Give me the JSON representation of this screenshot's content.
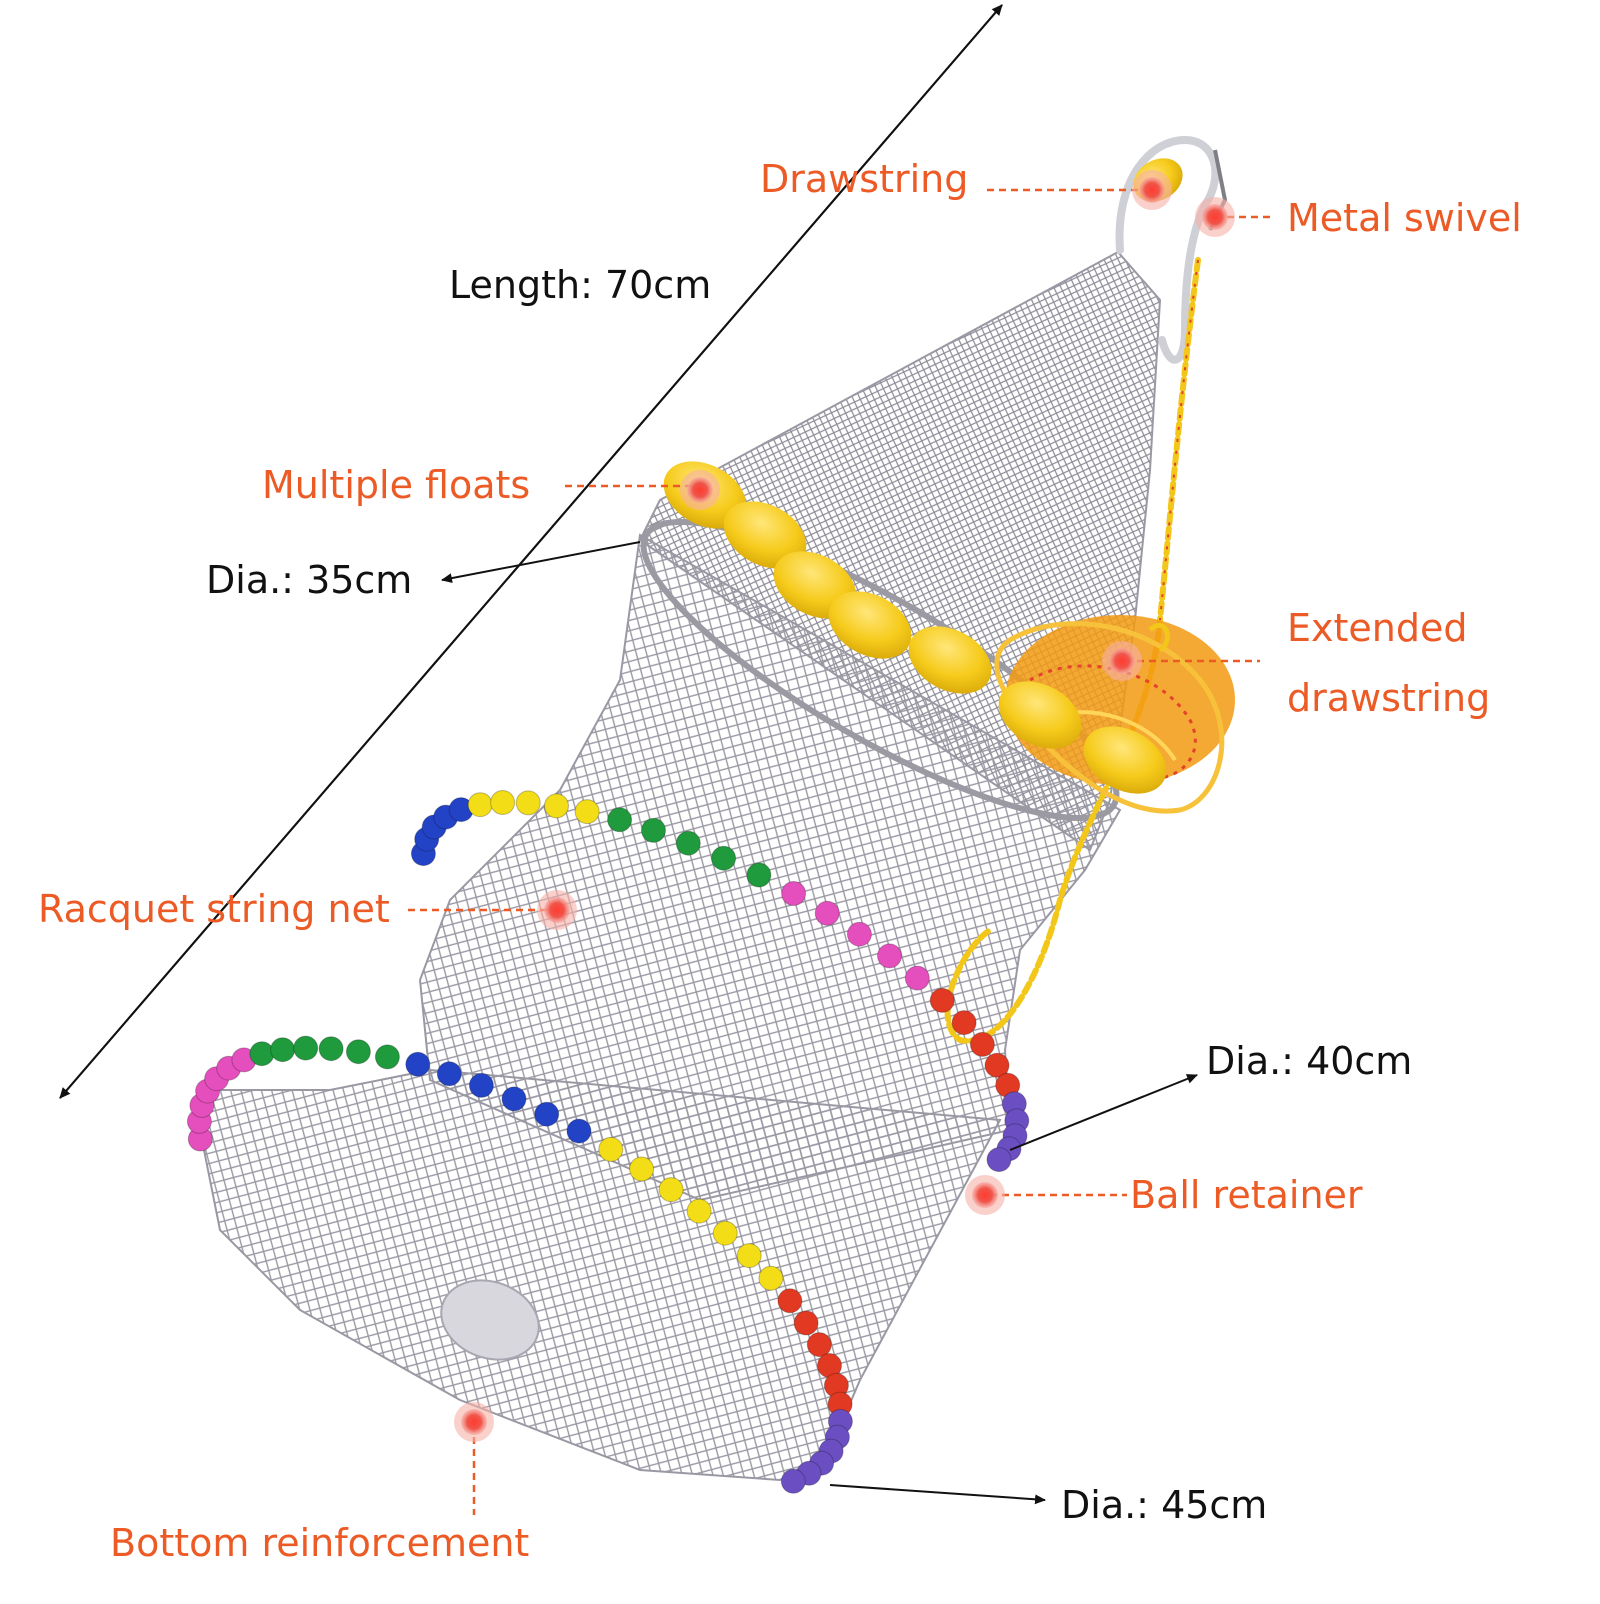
{
  "colors": {
    "callout": "#ec5a25",
    "dimension": "#111111",
    "net": "#8f8d97",
    "float": "#f6cb1b",
    "rope": "#f39a12",
    "bead_blue": "#2343c7",
    "bead_yellow": "#f3dd16",
    "bead_green": "#1f9a3c",
    "bead_pink": "#e54fbd",
    "bead_red": "#e23a22",
    "bead_purple": "#6b4fc2"
  },
  "icons": [
    "callout-dot-icon",
    "dimension-arrow-icon"
  ],
  "labels": {
    "drawstring": "Drawstring",
    "metal_swivel": "Metal swivel",
    "multiple_floats": "Multiple floats",
    "extended_drawstring_line1": "Extended",
    "extended_drawstring_line2": "drawstring",
    "racquet_string_net": "Racquet string net",
    "ball_retainer": "Ball retainer",
    "bottom_reinforcement": "Bottom reinforcement"
  },
  "dimensions": {
    "length": "Length: 70cm",
    "dia_top": "Dia.: 35cm",
    "dia_mid": "Dia.: 40cm",
    "dia_bottom": "Dia.: 45cm"
  }
}
